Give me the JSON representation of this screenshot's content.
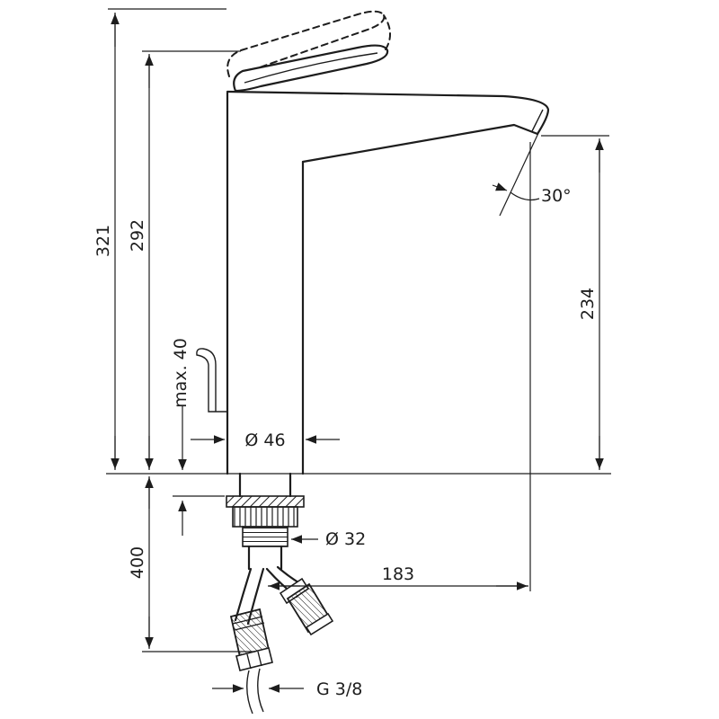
{
  "meta": {
    "background": "#ffffff",
    "line_color": "#1d1d1d",
    "drawing_type": "faucet technical dimension drawing"
  },
  "dimensions": {
    "total_height": "321",
    "height_to_handle": "292",
    "spout_height": "234",
    "max_mounting_thickness": "max. 40",
    "body_diameter": "Ø 46",
    "spout_angle": "30°",
    "shank_diameter": "Ø 32",
    "spout_reach": "183",
    "hose_length": "400",
    "connection_thread": "G 3/8"
  }
}
